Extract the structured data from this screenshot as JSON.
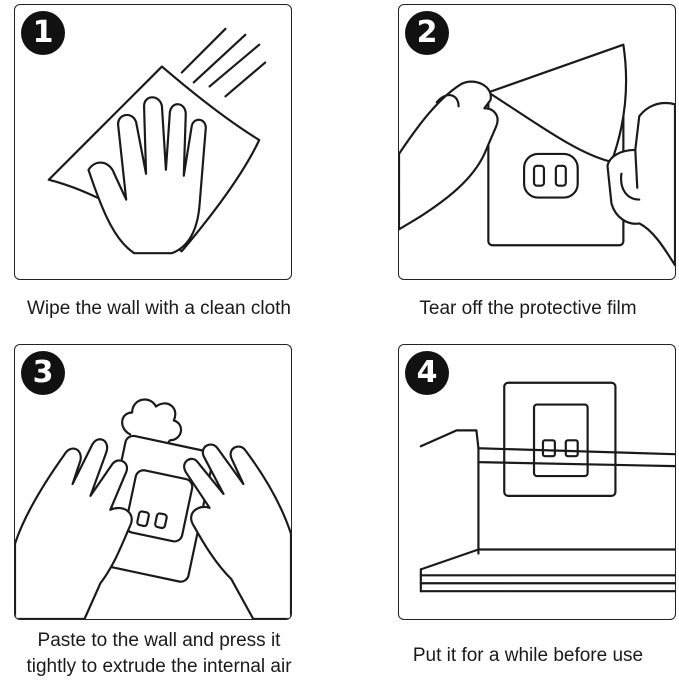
{
  "steps": [
    {
      "number": "1",
      "caption": "Wipe the wall with a clean cloth",
      "icon": "hand-wiping-cloth"
    },
    {
      "number": "2",
      "caption": "Tear off the protective film",
      "icon": "hands-peeling-film"
    },
    {
      "number": "3",
      "caption_line1": "Paste to the wall and press it",
      "caption_line2": "tightly to extrude the internal air",
      "icon": "hands-pressing-hook"
    },
    {
      "number": "4",
      "caption": "Put it for a while before use",
      "icon": "mounted-shelf"
    }
  ]
}
